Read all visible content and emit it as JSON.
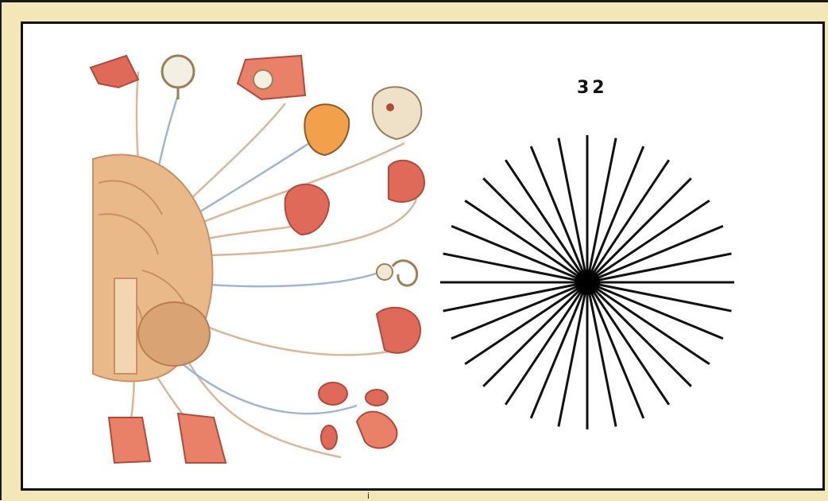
{
  "trial_number": "32",
  "bottom_marker": "i",
  "colors": {
    "frame": "#f3e7b8",
    "border": "#111111",
    "canvas": "#ffffff",
    "spokes": "#111111",
    "brain": "#e9b98a",
    "tissue": "#e06a5a",
    "nerve_blue": "#9fb6cf",
    "nerve_tan": "#d9b79a"
  },
  "icons": [
    "brain-anatomy-icon",
    "nose-icon",
    "eyeball-icon",
    "eye-muscle-icon",
    "face-sensory-icon",
    "skull-icon",
    "mouth-icon",
    "face-muscle-icon",
    "inner-ear-icon",
    "throat-icon",
    "viscera-icon",
    "neck-muscle-icon",
    "starburst-icon"
  ],
  "starburst": {
    "spoke_count": 32
  }
}
